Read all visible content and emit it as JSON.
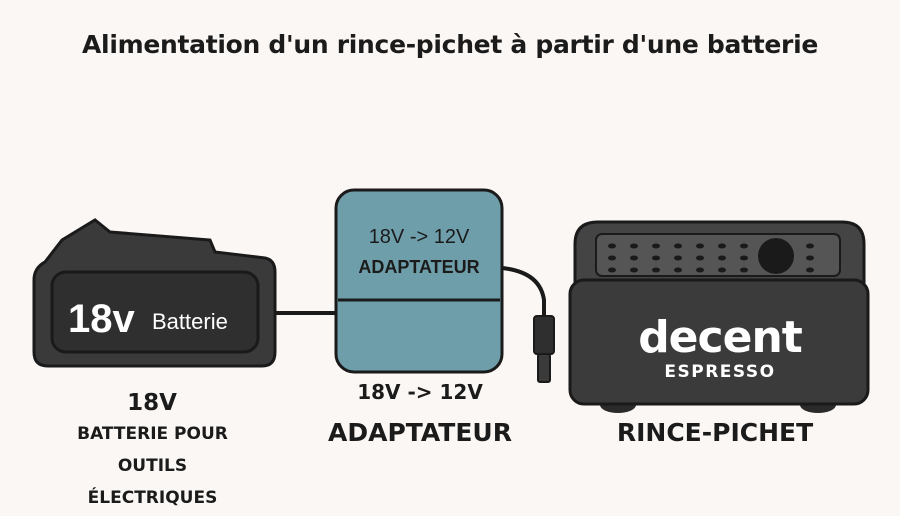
{
  "title": "Alimentation d'un rince-pichet à partir d'une batterie",
  "battery": {
    "voltage_big": "18v",
    "word": "Batterie",
    "caption_voltage": "18V",
    "caption_lines": [
      "BATTERIE POUR",
      "OUTILS",
      "ÉLECTRIQUES"
    ]
  },
  "adapter": {
    "body_voltage": "18V -> 12V",
    "body_name": "ADAPTATEUR",
    "caption_voltage": "18V -> 12V",
    "caption_name": "ADAPTATEUR"
  },
  "rinser": {
    "brand": "decent",
    "brand_sub": "ESPRESSO",
    "caption": "RINCE-PICHET"
  },
  "colors": {
    "battery_body": "#3a3a3a",
    "adapter_body": "#6e9eaa",
    "rinser_body": "#3b3b3b",
    "outline": "#1a1a1a"
  }
}
